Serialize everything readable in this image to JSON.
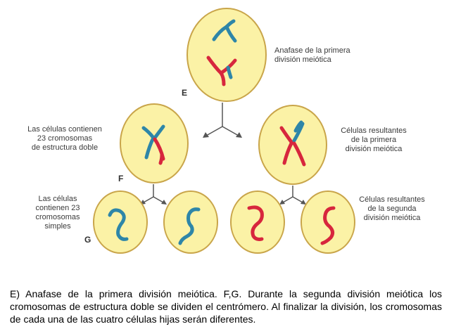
{
  "colors": {
    "cell_fill": "#FBF2A6",
    "cell_stroke": "#C9A54A",
    "chromosome_blue": "#2E86A8",
    "chromosome_red": "#D7263D",
    "arrow": "#555555"
  },
  "labels": {
    "E_desc": "Anafase de la primera\ndivisión meiótica",
    "E_letter": "E",
    "F_left": "Las células contienen\n23 cromosomas\nde estructura doble",
    "F_right": "Células resultantes\nde la primera\ndivisión meiótica",
    "F_letter": "F",
    "G_left": "Las células\ncontienen 23\ncromosomas\nsimples",
    "G_right": "Células resultantes\nde la segunda\ndivisión meiótica",
    "G_letter": "G"
  },
  "caption": "E) Anafase de la primera división meiótica. F,G. Durante la segunda división meiótica los cromosomas de estructura doble se dividen el centrómero. Al finalizar la división, los cromosomas de cada una de las cuatro células hijas serán diferentes."
}
